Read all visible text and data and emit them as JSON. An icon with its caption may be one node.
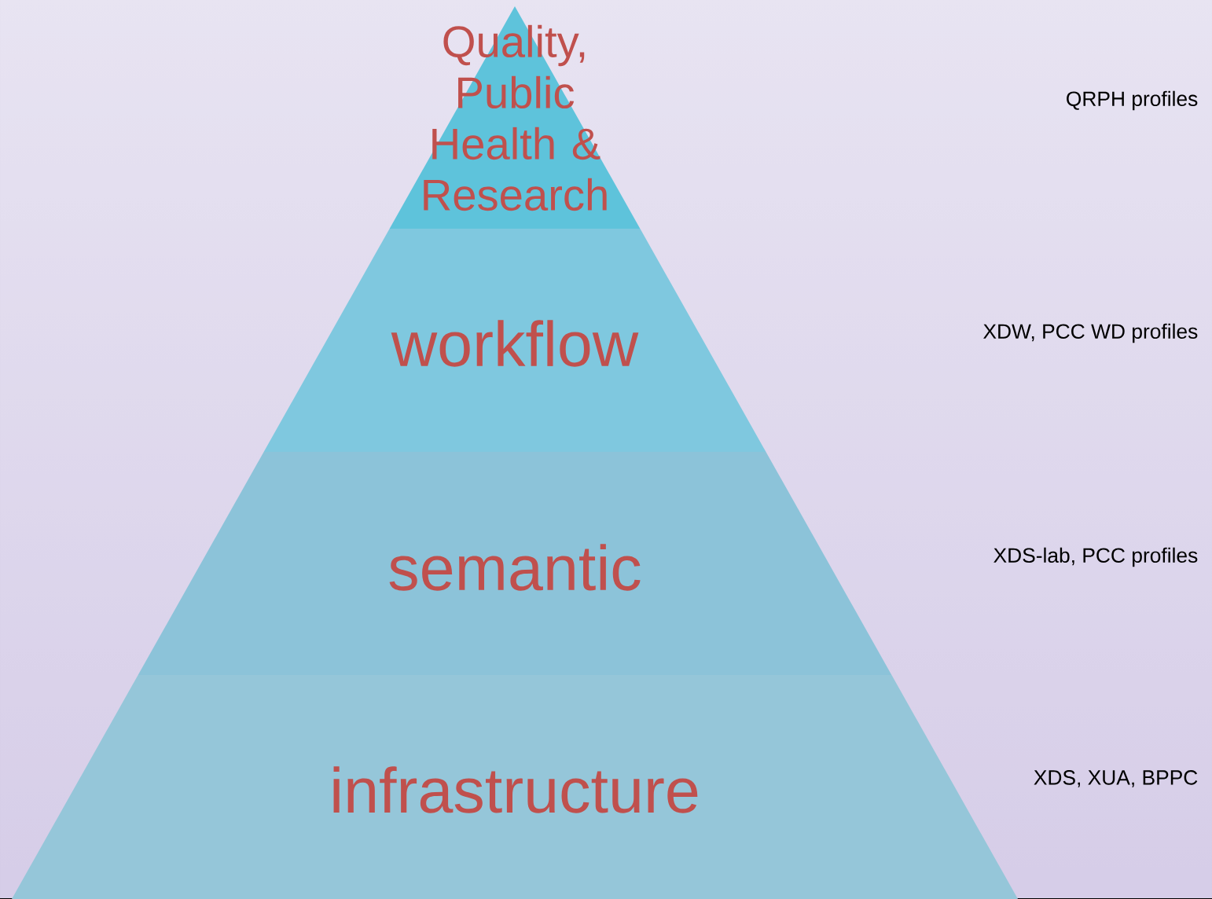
{
  "diagram": {
    "nodes": [
      {
        "text": [
          "Quality, Public Health & Research"
        ]
      },
      {
        "text": [
          "workflow"
        ]
      },
      {
        "text": [
          "semantic"
        ]
      },
      {
        "text": [
          "infrastructure"
        ]
      }
    ],
    "labels": [
      "QRPH profiles",
      "XDW, PCC WD profiles",
      "XDS-lab, PCC profiles",
      "XDS, XUA, BPPC"
    ]
  }
}
